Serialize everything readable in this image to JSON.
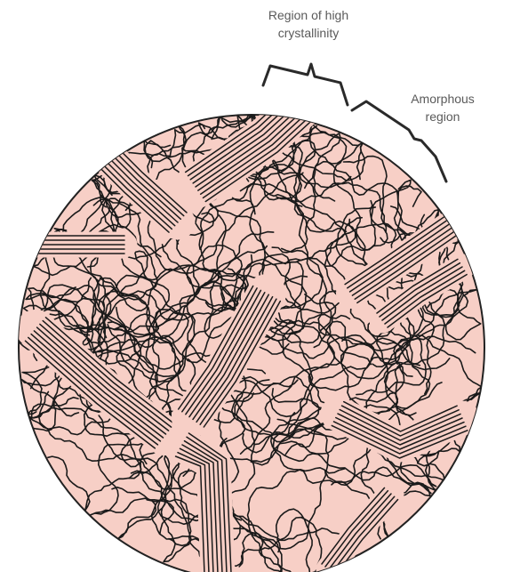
{
  "labels": {
    "crystalline_line1": "Region of high",
    "crystalline_line2": "crystallinity",
    "amorphous_line1": "Amorphous",
    "amorphous_line2": "region"
  },
  "colors": {
    "disc_fill": "#f7cfc6",
    "chain_stroke": "#1a1a1a",
    "label_text": "#5a5a5a"
  }
}
